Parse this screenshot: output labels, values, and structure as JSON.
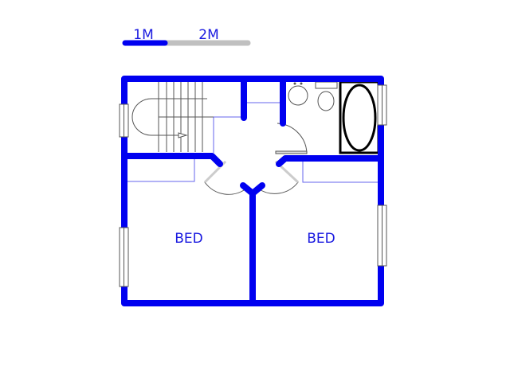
{
  "scale_bar": {
    "label_1": "1M",
    "label_2": "2M"
  },
  "rooms": [
    {
      "label": "BED"
    },
    {
      "label": "BED"
    }
  ],
  "colors": {
    "wall": "#0000f0",
    "text": "#1a1ae0",
    "scale_gray": "#c0c0c0"
  }
}
